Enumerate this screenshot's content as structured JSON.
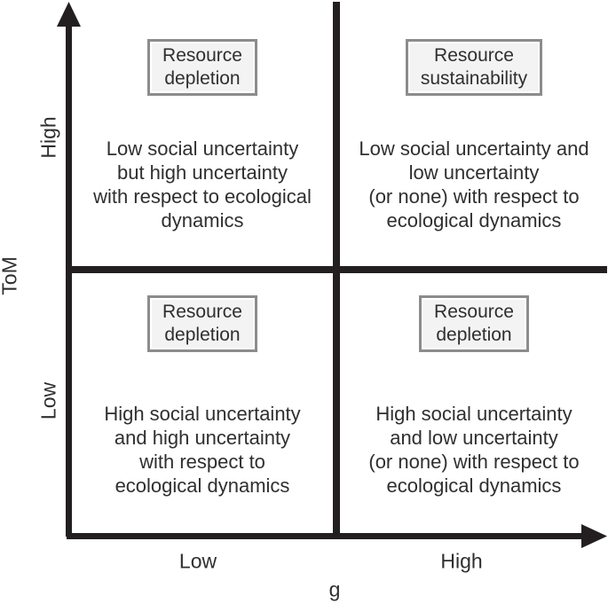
{
  "colors": {
    "line": "#231f20",
    "text": "#2f2f2f",
    "box_border": "#8c8c8c",
    "box_fill": "#f3f3f3"
  },
  "y_axis": {
    "title": "ToM",
    "high_label": "High",
    "low_label": "Low"
  },
  "x_axis": {
    "title": "g",
    "low_label": "Low",
    "high_label": "High"
  },
  "quadrants": {
    "top_left": {
      "box_lines": [
        "Resource",
        "depletion"
      ],
      "text_lines": [
        "Low social uncertainty",
        "but high uncertainty",
        "with respect to ecological",
        "dynamics"
      ]
    },
    "top_right": {
      "box_lines": [
        "Resource",
        "sustainability"
      ],
      "text_lines": [
        "Low social uncertainty and",
        "low uncertainty",
        "(or none) with respect to",
        "ecological dynamics"
      ]
    },
    "bottom_left": {
      "box_lines": [
        "Resource",
        "depletion"
      ],
      "text_lines": [
        "High social uncertainty",
        "and high uncertainty",
        "with respect to",
        "ecological dynamics"
      ]
    },
    "bottom_right": {
      "box_lines": [
        "Resource",
        "depletion"
      ],
      "text_lines": [
        "High social uncertainty",
        "and low uncertainty",
        "(or none) with respect to",
        "ecological dynamics"
      ]
    }
  }
}
